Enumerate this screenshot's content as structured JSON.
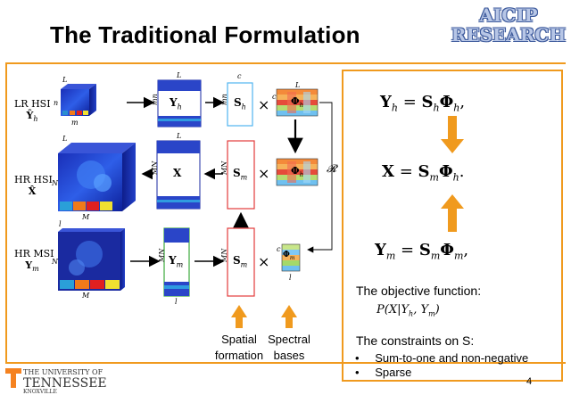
{
  "slide": {
    "title": "The Traditional Formulation",
    "logo_line1": "AICIP",
    "logo_line2": "RESEARCH",
    "page_number": "4"
  },
  "rows": {
    "lr_label_line1": "LR HSI",
    "lr_label_line2": "Ŷ",
    "lr_label_sub": "h",
    "hr_label_line1": "HR HSI",
    "hr_label_line2": "X̂",
    "msi_label_line1": "HR MSI",
    "msi_label_line2": "Y",
    "msi_label_sub": "m"
  },
  "matrices": {
    "Yh": "Y",
    "Yh_sub": "h",
    "Sh": "S",
    "Sh_sub": "h",
    "X": "X",
    "Sm": "S",
    "Sm_sub": "m",
    "Ym": "Y",
    "Ym_sub": "m",
    "Phi": "Φ",
    "Phi_sub_h": "h",
    "Phi_sub_m": "m",
    "times": "×",
    "R": "𝓡"
  },
  "dims": {
    "L": "L",
    "n": "n",
    "m": "m",
    "mn": "mn",
    "c": "c",
    "N": "N",
    "M": "M",
    "MN": "MN",
    "l": "l"
  },
  "captions": {
    "spatial_line1": "Spatial",
    "spatial_line2": "formation",
    "spectral_line1": "Spectral",
    "spectral_line2": "bases"
  },
  "equations": {
    "eq1_lhs": "Y",
    "eq1_lhs_sub": "h",
    "eq1_S": "S",
    "eq1_S_sub": "h",
    "eq1_Phi": "Φ",
    "eq1_Phi_sub": "h",
    "eq1_end": ",",
    "eq2_lhs": "X",
    "eq2_S": "S",
    "eq2_S_sub": "m",
    "eq2_Phi": "Φ",
    "eq2_Phi_sub": "h",
    "eq2_end": ".",
    "eq3_lhs": "Y",
    "eq3_lhs_sub": "m",
    "eq3_S": "S",
    "eq3_S_sub": "m",
    "eq3_Phi": "Φ",
    "eq3_Phi_sub": "m",
    "eq3_end": ",",
    "equals": "="
  },
  "objective": {
    "heading": "The objective function:",
    "formula": "P(X|Y",
    "formula_sub1": "h",
    "formula_mid": ", Y",
    "formula_sub2": "m",
    "formula_end": ")"
  },
  "constraints": {
    "heading": "The constraints on S:",
    "items": [
      "Sum-to-one and non-negative",
      "Sparse"
    ],
    "bullet": "•"
  },
  "footer": {
    "line1": "THE UNIVERSITY OF",
    "line2": "TENNESSEE",
    "line3": "KNOXVILLE"
  },
  "colors": {
    "accent_orange": "#f09a1e",
    "sh_border": "#4fb3f0",
    "sm_border": "#e23b3b",
    "ym_border": "#3caa3c",
    "logo_fill": "#b7c6e6",
    "ut_orange": "#f58220"
  }
}
